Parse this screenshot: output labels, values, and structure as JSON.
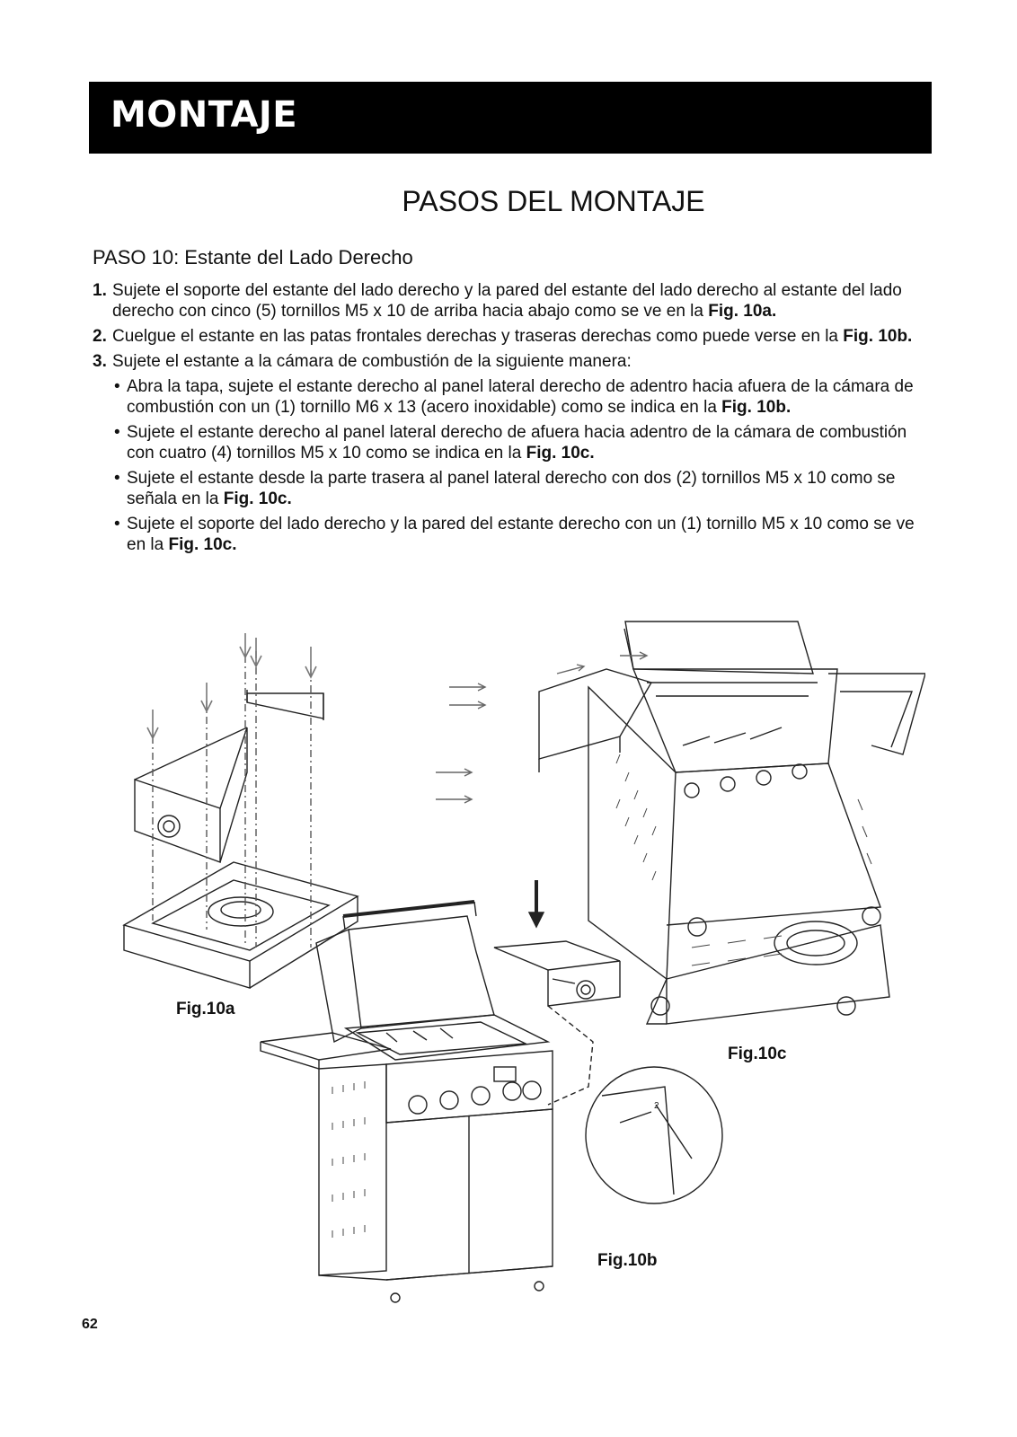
{
  "header": {
    "title": "MONTAJE"
  },
  "page_title": "PASOS DEL MONTAJE",
  "step_title": "PASO 10: Estante del Lado Derecho",
  "instructions": [
    {
      "num": "1.",
      "text": "Sujete el soporte del estante del lado derecho y la pared del estante del lado derecho al estante del lado derecho con cinco (5) tornillos M5 x 10 de arriba hacia abajo como se ve en la ",
      "ref": "Fig. 10a."
    },
    {
      "num": "2.",
      "text": "Cuelgue el estante en las patas frontales derechas y traseras derechas como puede verse en la ",
      "ref": "Fig. 10b."
    },
    {
      "num": "3.",
      "text": "Sujete el estante a la cámara de combustión de la siguiente manera:",
      "ref": ""
    }
  ],
  "bullets": [
    {
      "text": "Abra la tapa, sujete el estante derecho al panel lateral derecho de adentro hacia afuera de la cámara de combustión con un (1) tornillo M6 x 13 (acero inoxidable) como se indica en la ",
      "ref": "Fig. 10b."
    },
    {
      "text": "Sujete el estante derecho al panel lateral derecho de afuera hacia adentro de la cámara de combustión con cuatro (4) tornillos M5 x 10 como se indica en la ",
      "ref": "Fig. 10c."
    },
    {
      "text": "Sujete el estante desde la parte trasera al panel lateral derecho con dos (2) tornillos M5 x 10 como se señala en la ",
      "ref": "Fig. 10c."
    },
    {
      "text": "Sujete el soporte del lado derecho y la pared del estante derecho con un (1) tornillo M5 x 10 como se ve en la ",
      "ref": "Fig. 10c."
    }
  ],
  "bullet_symbol": "•",
  "figures": {
    "fig10a": "Fig.10a",
    "fig10b": "Fig.10b",
    "fig10c": "Fig.10c",
    "callout_number": "2"
  },
  "page_number": "62"
}
